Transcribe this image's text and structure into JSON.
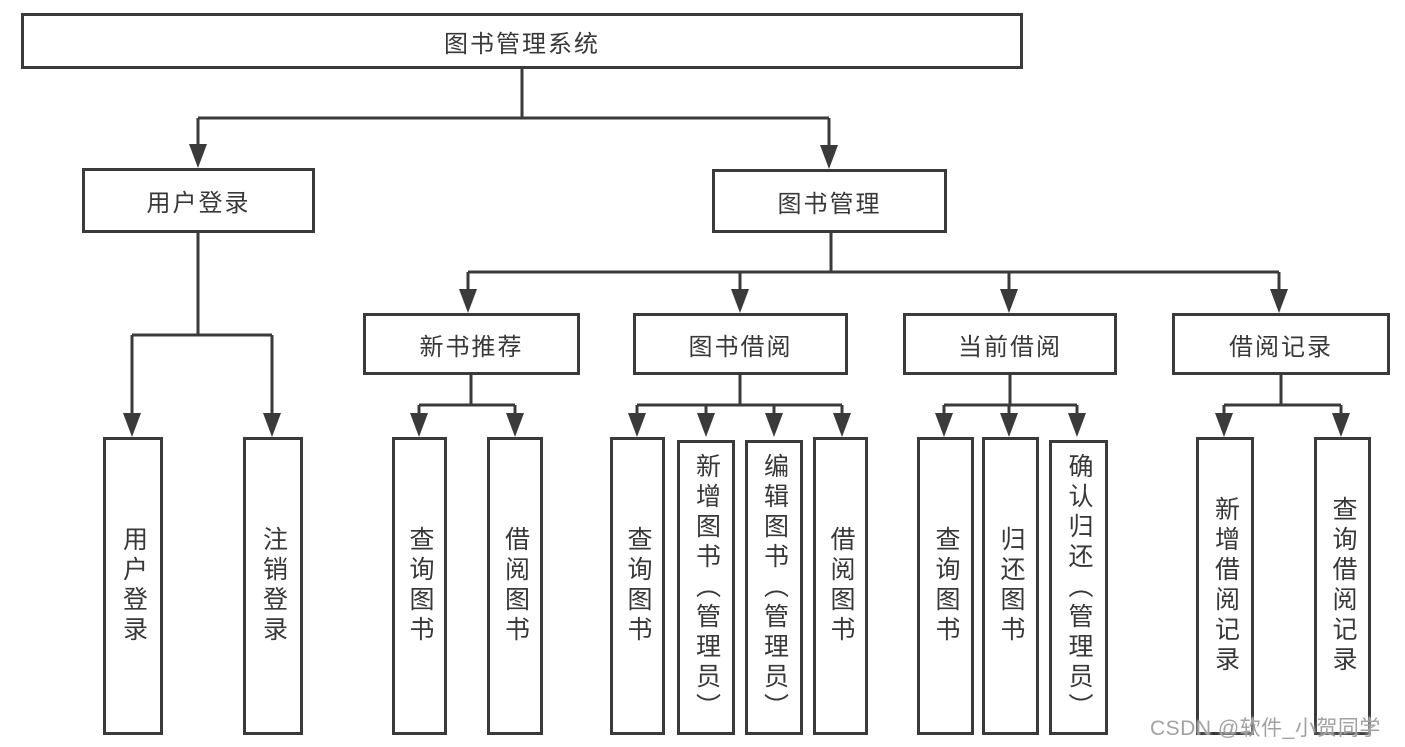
{
  "colors": {
    "line": "#3a3a3a",
    "box_border": "#3a3a3a",
    "text": "#383838",
    "background": "#ffffff",
    "watermark": "#a2a2a2"
  },
  "watermark": {
    "text": "CSDN @软件_小贺同学"
  },
  "diagram": {
    "type": "tree",
    "root": {
      "id": "system",
      "label": "图书管理系统"
    },
    "level2": [
      {
        "id": "user-login",
        "label": "用户登录",
        "parent": "图书管理系统"
      },
      {
        "id": "book-management",
        "label": "图书管理",
        "parent": "图书管理系统"
      }
    ],
    "level3": [
      {
        "id": "new-book-recommend",
        "label": "新书推荐",
        "parent": "图书管理"
      },
      {
        "id": "book-borrow",
        "label": "图书借阅",
        "parent": "图书管理"
      },
      {
        "id": "current-borrow",
        "label": "当前借阅",
        "parent": "图书管理"
      },
      {
        "id": "borrow-records",
        "label": "借阅记录",
        "parent": "图书管理"
      }
    ],
    "leaves": [
      {
        "id": "leaf-user-login",
        "label": "用户登录",
        "parent": "用户登录"
      },
      {
        "id": "leaf-logout",
        "label": "注销登录",
        "parent": "用户登录"
      },
      {
        "id": "leaf-query-books-recommend",
        "label": "查询图书",
        "parent": "新书推荐"
      },
      {
        "id": "leaf-borrow-books-recommend",
        "label": "借阅图书",
        "parent": "新书推荐"
      },
      {
        "id": "leaf-query-books-borrow",
        "label": "查询图书",
        "parent": "图书借阅"
      },
      {
        "id": "leaf-add-books-admin",
        "label": "新增图书（管理员）",
        "parent": "图书借阅"
      },
      {
        "id": "leaf-edit-books-admin",
        "label": "编辑图书（管理员）",
        "parent": "图书借阅"
      },
      {
        "id": "leaf-borrow-books-borrow",
        "label": "借阅图书",
        "parent": "图书借阅"
      },
      {
        "id": "leaf-query-books-current",
        "label": "查询图书",
        "parent": "当前借阅"
      },
      {
        "id": "leaf-return-books",
        "label": "归还图书",
        "parent": "当前借阅"
      },
      {
        "id": "leaf-confirm-return-admin",
        "label": "确认归还（管理员）",
        "parent": "当前借阅"
      },
      {
        "id": "leaf-add-borrow-record",
        "label": "新增借阅记录",
        "parent": "借阅记录"
      },
      {
        "id": "leaf-query-borrow-record",
        "label": "查询借阅记录",
        "parent": "借阅记录"
      }
    ]
  }
}
